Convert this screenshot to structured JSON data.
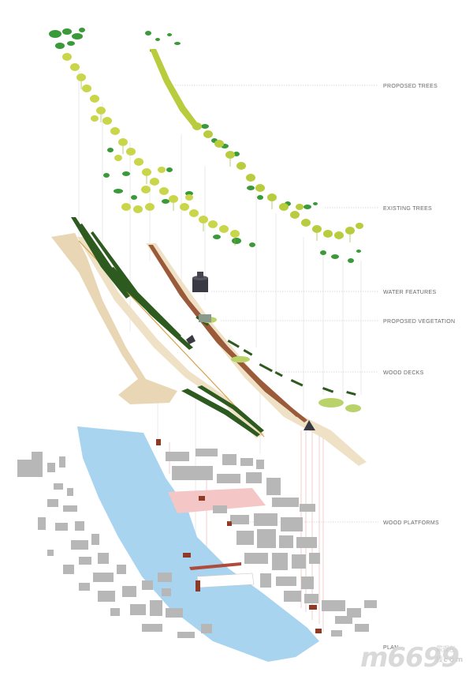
{
  "labels": [
    {
      "id": "proposed-trees",
      "text": "PROPOSED TREES"
    },
    {
      "id": "existing-trees",
      "text": "EXISTING TREES"
    },
    {
      "id": "water-features",
      "text": "WATER FEATURES"
    },
    {
      "id": "proposed-vegetation",
      "text": "PROPOSED VEGETATION"
    },
    {
      "id": "wood-decks",
      "text": "WOOD DECKS"
    },
    {
      "id": "wood-platforms",
      "text": "WOOD PLATFORMS"
    },
    {
      "id": "plan",
      "text": "PLAN"
    }
  ],
  "watermark": {
    "brand": "m6699",
    "cn": "景观在线",
    "domain": ".com"
  },
  "colors": {
    "tree_light": "#c9d64a",
    "tree_dark": "#8fae2e",
    "canopy_green": "#3a9a3a",
    "vegetation_dark": "#2d5a1e",
    "deck_sand": "#e8d6b4",
    "deck_wood": "#9b5a3a",
    "water": "#a8d4ef",
    "plaza_pink": "#f4c6c6",
    "building_gray": "#b7b7b7",
    "leader": "#b8b8b8"
  }
}
